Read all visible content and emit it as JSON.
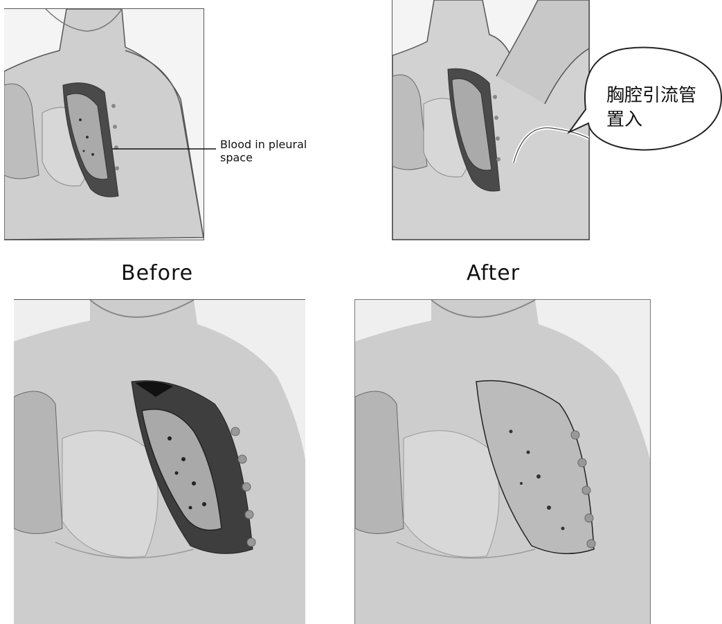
{
  "top_left": {
    "callout": "Blood in pleural space"
  },
  "bubble": {
    "text": "胸腔引流管置入"
  },
  "captions": {
    "before": "Before",
    "after": "After"
  }
}
